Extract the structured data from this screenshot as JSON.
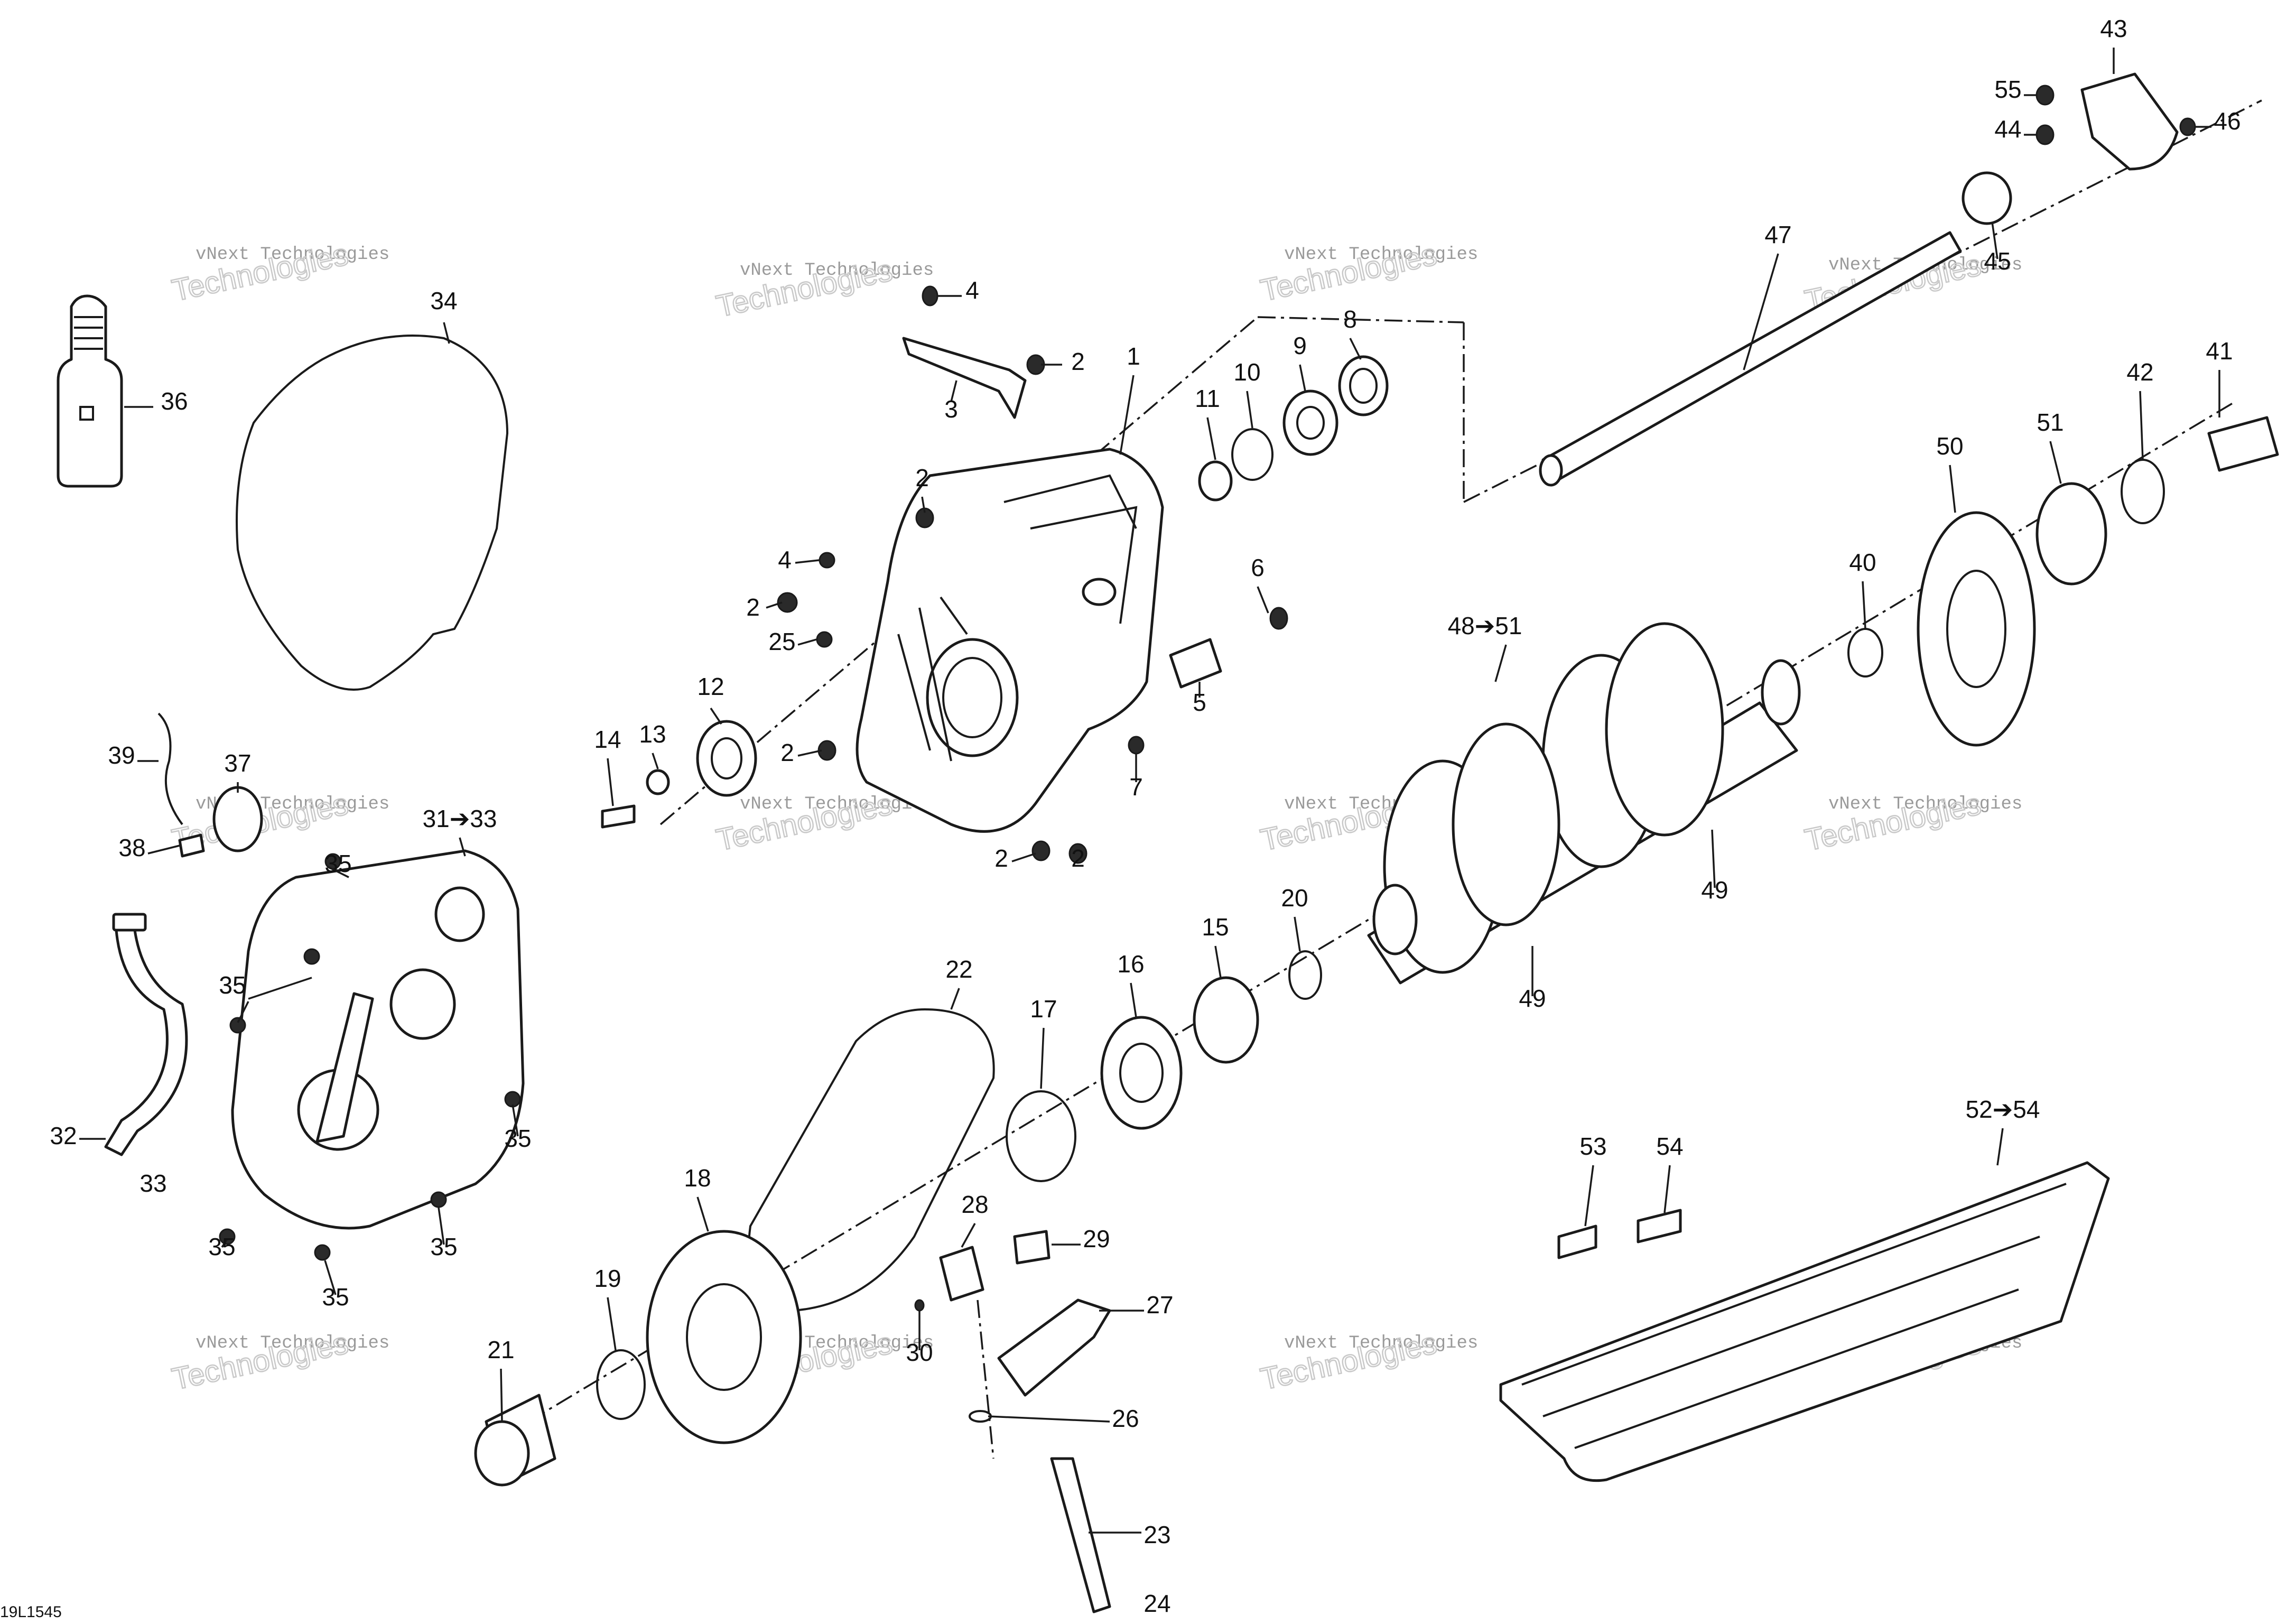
{
  "diagram": {
    "drawing_code": "19L1545",
    "watermark_line1": "vNext Technologies",
    "watermark_line2": "Technologies",
    "callouts": [
      "1",
      "2",
      "2",
      "2",
      "2",
      "2",
      "2",
      "3",
      "4",
      "4",
      "5",
      "6",
      "7",
      "8",
      "9",
      "10",
      "11",
      "12",
      "13",
      "14",
      "15",
      "16",
      "17",
      "18",
      "19",
      "20",
      "21",
      "22",
      "23",
      "24",
      "25",
      "26",
      "27",
      "28",
      "29",
      "30",
      "31➔33",
      "32",
      "33",
      "34",
      "35",
      "35",
      "35",
      "35",
      "35",
      "35",
      "35",
      "36",
      "37",
      "38",
      "39",
      "40",
      "41",
      "42",
      "43",
      "44",
      "45",
      "46",
      "47",
      "48➔51",
      "49",
      "49",
      "50",
      "51",
      "52➔54",
      "53",
      "54",
      "55"
    ]
  }
}
